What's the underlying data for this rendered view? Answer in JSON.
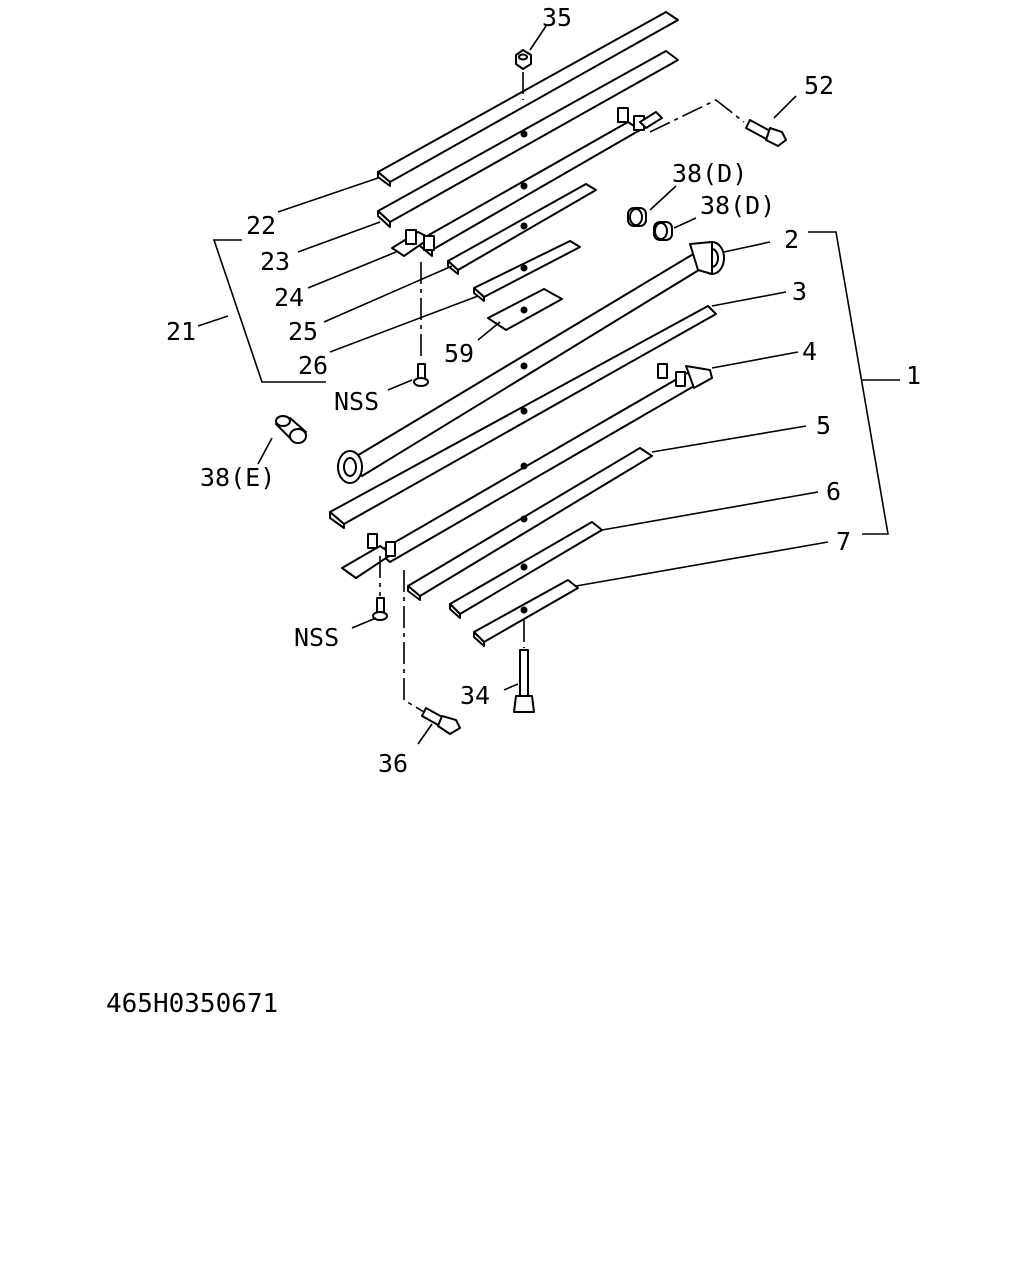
{
  "drawing_number": "465H0350671",
  "labels": {
    "l35": "35",
    "l52": "52",
    "l38d_a": "38(D)",
    "l38d_b": "38(D)",
    "l22": "22",
    "l23": "23",
    "l24": "24",
    "l25": "25",
    "l26": "26",
    "l21": "21",
    "l59": "59",
    "nss_top": "NSS",
    "l2": "2",
    "l3": "3",
    "l4": "4",
    "l5": "5",
    "l6": "6",
    "l7": "7",
    "l1": "1",
    "l38e": "38(E)",
    "nss_bottom": "NSS",
    "l34": "34",
    "l36": "36"
  }
}
